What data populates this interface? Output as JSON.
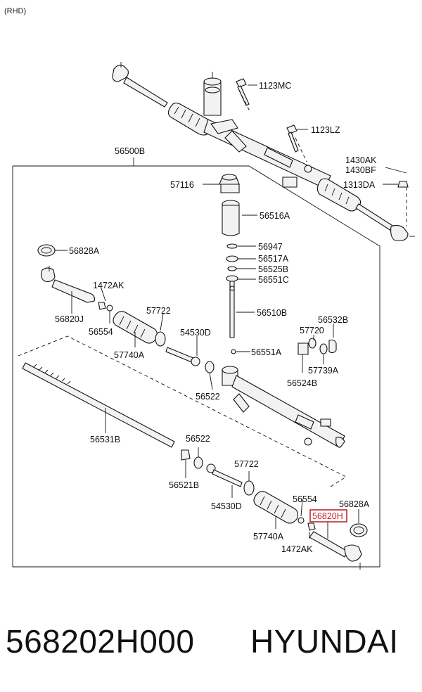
{
  "header": {
    "variant": "(RHD)"
  },
  "assembly_label": "56500B",
  "labels": {
    "p1123MC": "1123MC",
    "p1123LZ": "1123LZ",
    "p1430AK": "1430AK",
    "p1430BF": "1430BF",
    "p1313DA": "1313DA",
    "p57116": "57116",
    "p56516A": "56516A",
    "p56828A_top": "56828A",
    "p56947": "56947",
    "p56517A": "56517A",
    "p56525B": "56525B",
    "p56551C": "56551C",
    "p1472AK_top": "1472AK",
    "p56820J": "56820J",
    "p56554_top": "56554",
    "p57722_top": "57722",
    "p57740A_top": "57740A",
    "p54530D_top": "54530D",
    "p56510B": "56510B",
    "p56532B": "56532B",
    "p57720": "57720",
    "p56551A": "56551A",
    "p57739A": "57739A",
    "p56524B": "56524B",
    "p56522_top": "56522",
    "p56531B": "56531B",
    "p56522_bottom": "56522",
    "p56521B": "56521B",
    "p57722_bottom": "57722",
    "p54530D_bottom": "54530D",
    "p56554_bottom": "56554",
    "p56828A_bottom": "56828A",
    "p56820H": "56820H",
    "p57740A_bottom": "57740A",
    "p1472AK_bottom": "1472AK"
  },
  "highlight": {
    "part": "56820H",
    "color": "#c0272d"
  },
  "footer": {
    "part_number": "568202H000",
    "brand": "HYUNDAI"
  }
}
